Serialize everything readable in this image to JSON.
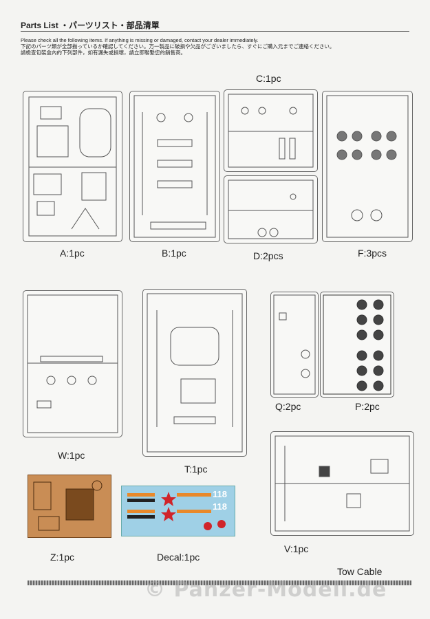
{
  "header": {
    "title": "Parts List ・パーツリスト・部品清單",
    "line_en": "Please check all the following items. If anything is missing or damaged, contact your dealer immediately.",
    "line_ja": "下記のパーツ類が全部揃っているか確認してください。万一製品に破損や欠品がございましたら、すぐにご購入元までご連絡ください。",
    "line_zh": "請檢查包裝盒內的下列部件，如有漏失或損壞，請立即聯繫您的銷售商。"
  },
  "parts": {
    "A": "A:1pc",
    "B": "B:1pc",
    "C": "C:1pc",
    "D": "D:2pcs",
    "F": "F:3pcs",
    "W": "W:1pc",
    "T": "T:1pc",
    "Q": "Q:2pc",
    "P": "P:2pc",
    "V": "V:1pc",
    "Z": "Z:1pc",
    "Decal": "Decal:1pc",
    "TowCable": "Tow Cable"
  },
  "decal_text": {
    "num1": "118",
    "num2": "118"
  },
  "watermark": "© Panzer-Modell.de",
  "colors": {
    "photoetch": "#c98d55",
    "decal_bg": "#9fd0e6",
    "decal_stripe_orange": "#e8892a",
    "decal_star": "#d0242a"
  }
}
